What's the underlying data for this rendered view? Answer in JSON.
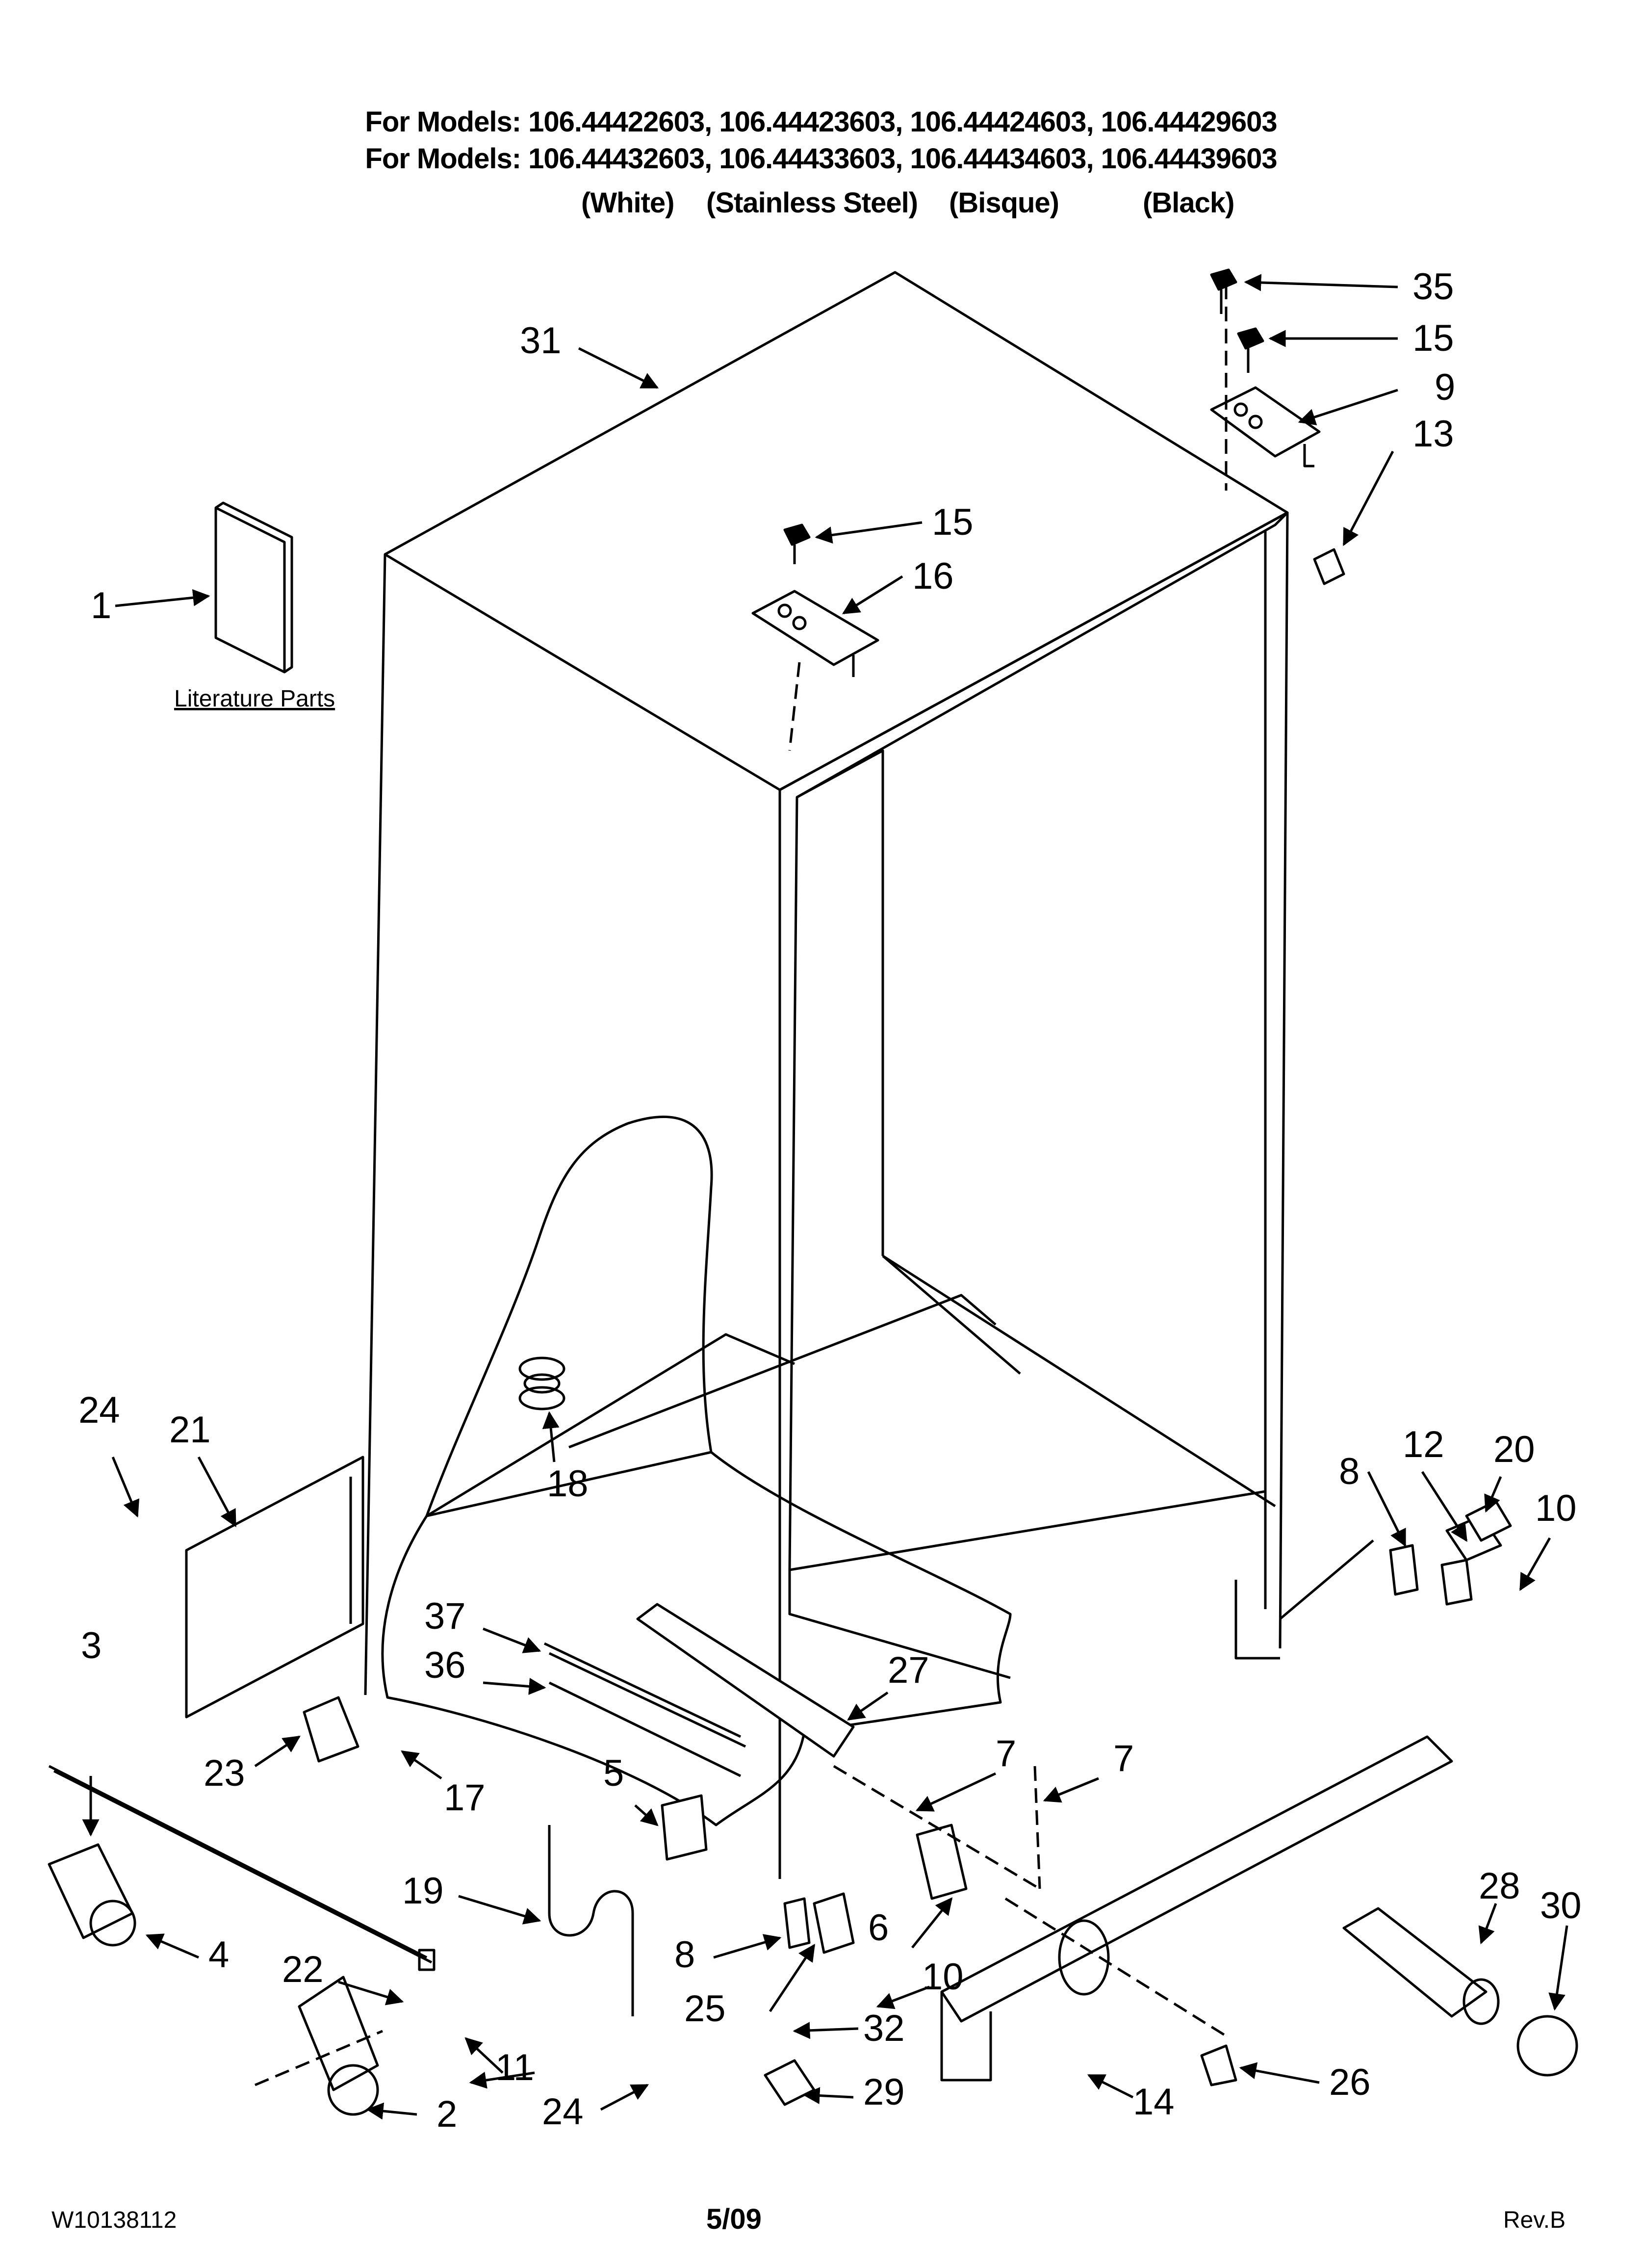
{
  "header": {
    "models_line_1": "For Models: 106.44422603, 106.44423603, 106.44424603, 106.44429603",
    "models_line_2": "For Models: 106.44432603, 106.44433603, 106.44434603, 106.44439603",
    "colors": [
      "(White)",
      "(Stainless Steel)",
      "(Bisque)",
      "(Black)"
    ]
  },
  "literature_label": "Literature Parts",
  "callouts": {
    "c31": "31",
    "c35": "35",
    "c15a": "15",
    "c9": "9",
    "c13": "13",
    "c15b": "15",
    "c16": "16",
    "c1": "1",
    "c24a": "24",
    "c21": "21",
    "c18": "18",
    "c12": "12",
    "c20": "20",
    "c8a": "8",
    "c10a": "10",
    "c3": "3",
    "c37": "37",
    "c36": "36",
    "c27": "27",
    "c23": "23",
    "c17": "17",
    "c5": "5",
    "c7a": "7",
    "c7b": "7",
    "c4": "4",
    "c19": "19",
    "c8b": "8",
    "c6": "6",
    "c10b": "10",
    "c28": "28",
    "c30": "30",
    "c22": "22",
    "c25": "25",
    "c11": "11",
    "c32": "32",
    "c2": "2",
    "c24b": "24",
    "c29": "29",
    "c14": "14",
    "c26": "26"
  },
  "footer": {
    "part_number": "W10138112",
    "date": "5/09",
    "revision": "Rev.B"
  }
}
